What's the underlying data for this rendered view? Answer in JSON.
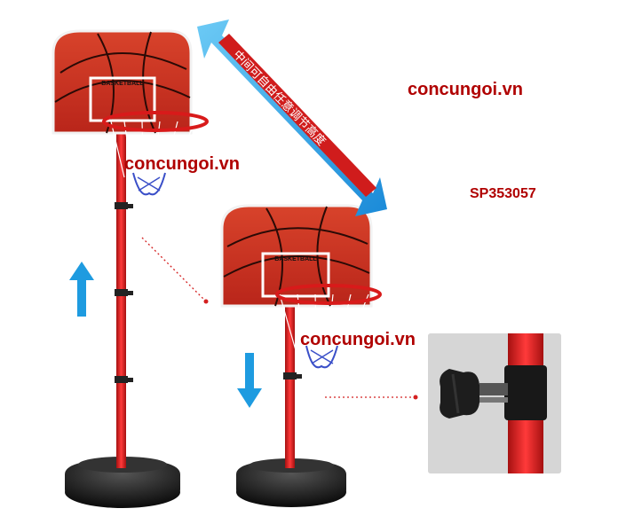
{
  "watermark": {
    "top_right": "concungoi.vn",
    "left_stand": "concungoi.vn",
    "right_stand": "concungoi.vn"
  },
  "sku": "SP353057",
  "backboard_label": "BASKETBALL",
  "diagonal_banner_text": "中间可自由任意调节高度",
  "colors": {
    "watermark": "#b00000",
    "backboard": "#c8301e",
    "pole": "#d41c1c",
    "arrow": "#1e9be0",
    "base": "#1a1a1a",
    "net": "#3a4fc8"
  }
}
